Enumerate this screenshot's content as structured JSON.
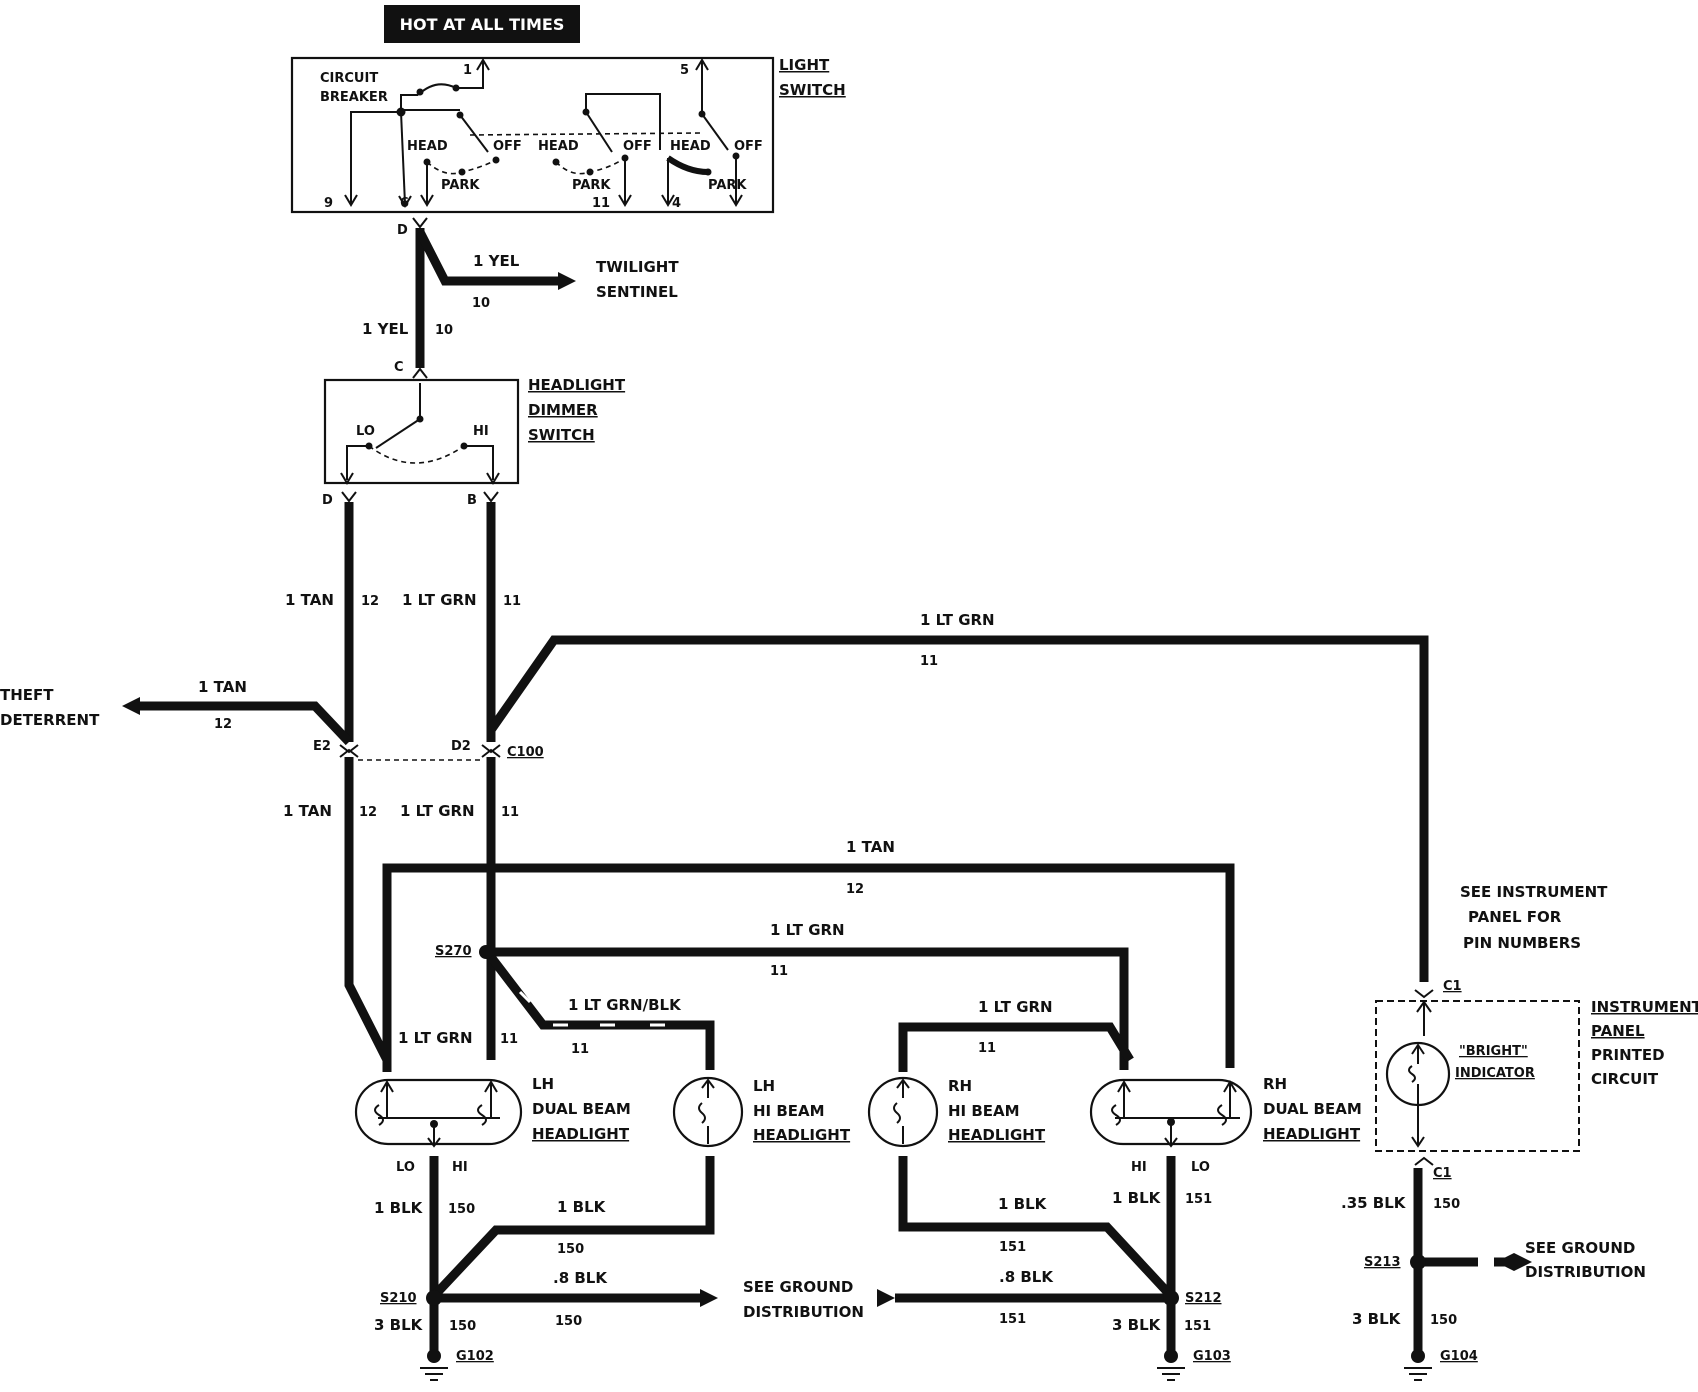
{
  "header": {
    "hot_label": "HOT AT ALL TIMES"
  },
  "light_switch": {
    "title_1": "LIGHT",
    "title_2": "SWITCH",
    "circuit_1": "CIRCUIT",
    "circuit_2": "BREAKER",
    "head": "HEAD",
    "off": "OFF",
    "park": "PARK",
    "pin_1": "1",
    "pin_5": "5",
    "pin_9": "9",
    "pin_6": "6",
    "pin_11": "11",
    "pin_4": "4",
    "conn_d": "D"
  },
  "twilight": {
    "line_1": "TWILIGHT",
    "line_2": "SENTINEL",
    "wire": "1 YEL",
    "circuit": "10"
  },
  "feed": {
    "wire": "1 YEL",
    "circuit": "10",
    "conn_c": "C"
  },
  "dimmer": {
    "title_1": "HEADLIGHT",
    "title_2": "DIMMER",
    "title_3": "SWITCH",
    "lo": "LO",
    "hi": "HI",
    "conn_d": "D",
    "conn_b": "B"
  },
  "upper_wires": {
    "tan": "1 TAN",
    "tan_circuit": "12",
    "grn": "1 LT GRN",
    "grn_circuit": "11"
  },
  "top_route": {
    "wire": "1 LT GRN",
    "circuit": "11"
  },
  "theft": {
    "line_1": "THEFT",
    "line_2": "DETERRENT",
    "wire": "1 TAN",
    "circuit": "12"
  },
  "c100": {
    "e2": "E2",
    "d2": "D2",
    "name": "C100"
  },
  "lower_wires": {
    "tan": "1 TAN",
    "tan_circuit": "12",
    "grn": "1 LT GRN",
    "grn_circuit": "11"
  },
  "tan_route": {
    "wire": "1 TAN",
    "circuit": "12"
  },
  "s270_route": {
    "splice": "S270",
    "wire": "1 LT GRN",
    "circuit": "11"
  },
  "grn_blk": {
    "wire": "1 LT GRN/BLK",
    "circuit": "11"
  },
  "lh_drop": {
    "wire": "1 LT GRN",
    "circuit": "11"
  },
  "rh_hi_feed": {
    "wire": "1 LT GRN",
    "circuit": "11"
  },
  "lh_dual": {
    "line_1": "LH",
    "line_2": "DUAL BEAM",
    "line_3": "HEADLIGHT",
    "lo": "LO",
    "hi": "HI"
  },
  "lh_hi": {
    "line_1": "LH",
    "line_2": "HI BEAM",
    "line_3": "HEADLIGHT"
  },
  "rh_hi": {
    "line_1": "RH",
    "line_2": "HI BEAM",
    "line_3": "HEADLIGHT"
  },
  "rh_dual": {
    "line_1": "RH",
    "line_2": "DUAL BEAM",
    "line_3": "HEADLIGHT",
    "hi": "HI",
    "lo": "LO"
  },
  "instrument_note": {
    "line_1": "SEE INSTRUMENT",
    "line_2": "PANEL FOR",
    "line_3": "PIN NUMBERS"
  },
  "instrument_panel": {
    "c1_top": "C1",
    "c1_bottom": "C1",
    "line_1": "INSTRUMENT",
    "line_2": "PANEL",
    "line_3": "PRINTED",
    "line_4": "CIRCUIT",
    "indicator_1": "\"BRIGHT\"",
    "indicator_2": "INDICATOR"
  },
  "left_ground": {
    "blk_wire": "1 BLK",
    "blk_circuit": "150",
    "hi_wire": "1 BLK",
    "hi_circuit": "150",
    "splice": "S210",
    "gd_wire": ".8 BLK",
    "gd_circuit": "150",
    "g_wire": "3 BLK",
    "g_circuit": "150",
    "ground": "G102"
  },
  "ground_dist": {
    "line_1": "SEE GROUND",
    "line_2": "DISTRIBUTION"
  },
  "right_ground": {
    "blk_wire": "1 BLK",
    "blk_circuit": "151",
    "hi_wire": "1 BLK",
    "hi_circuit": "151",
    "splice": "S212",
    "gd_wire": ".8 BLK",
    "gd_circuit": "151",
    "g_wire": "3 BLK",
    "g_circuit": "151",
    "ground": "G103"
  },
  "ip_ground": {
    "wire": ".35 BLK",
    "circuit": "150",
    "splice": "S213",
    "g_wire": "3 BLK",
    "g_circuit": "150",
    "ground": "G104"
  },
  "ground_dist_right": {
    "line_1": "SEE GROUND",
    "line_2": "DISTRIBUTION"
  }
}
